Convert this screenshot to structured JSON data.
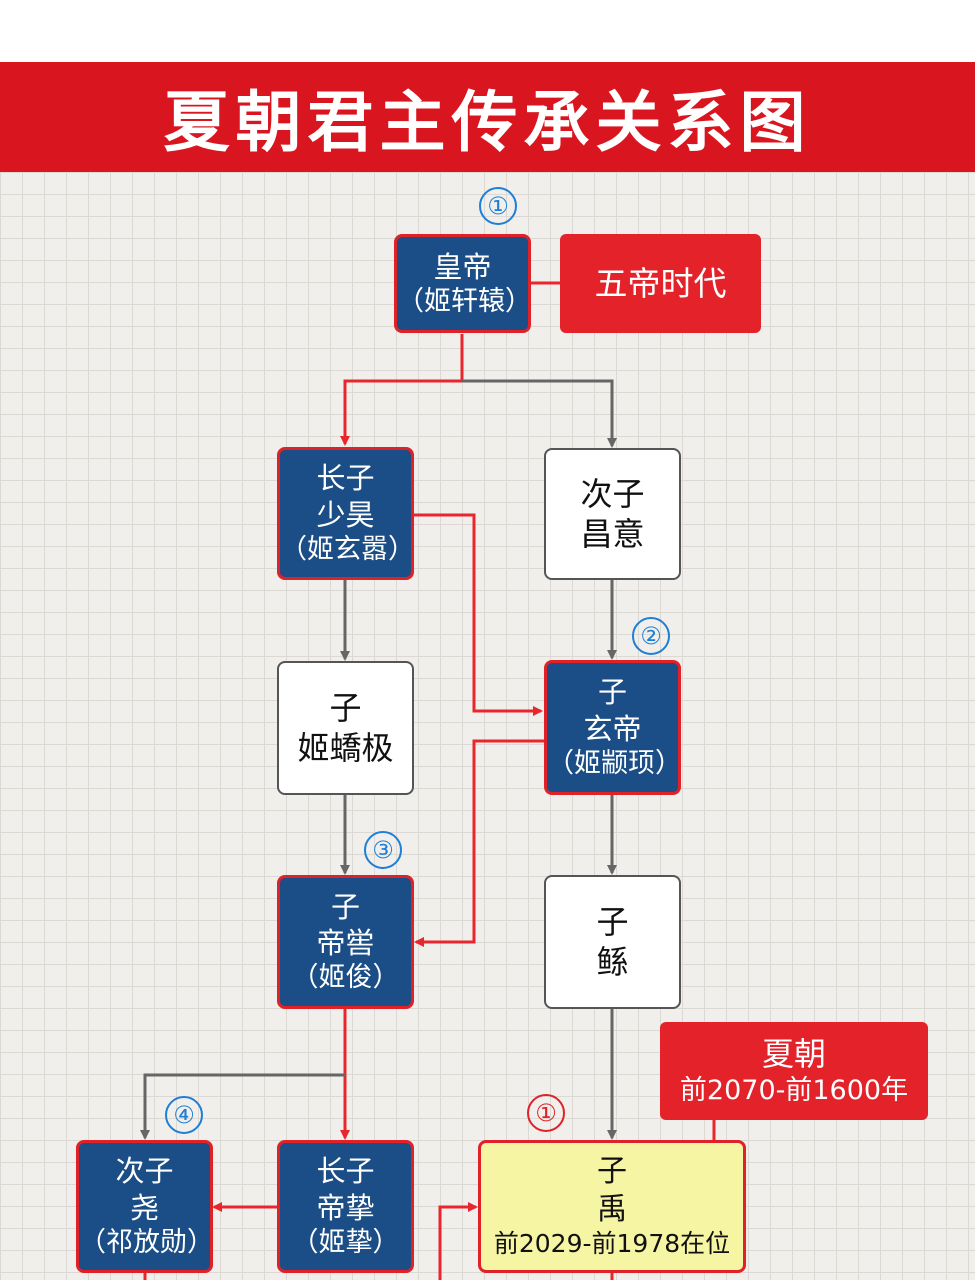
{
  "title": "夏朝君主传承关系图",
  "nodes": {
    "huangdi": {
      "line1": "皇帝",
      "line2": "（姬轩辕）"
    },
    "wudi_era": {
      "label": "五帝时代"
    },
    "shaohao": {
      "line1": "长子",
      "line2": "少昊",
      "line3": "（姬玄嚣）"
    },
    "changyi": {
      "line1": "次子",
      "line2": "昌意"
    },
    "jiqiaoji": {
      "line1": "子",
      "line2": "姬蟜极"
    },
    "xuandi": {
      "line1": "子",
      "line2": "玄帝",
      "line3": "（姬颛顼）"
    },
    "diku": {
      "line1": "子",
      "line2": "帝喾",
      "line3": "（姬俊）"
    },
    "gun": {
      "line1": "子",
      "line2": "鲧"
    },
    "xia": {
      "label": "夏朝",
      "period": "前2070-前1600年"
    },
    "yao": {
      "line1": "次子",
      "line2": "尧",
      "line3": "（祁放勋）"
    },
    "dizhi": {
      "line1": "长子",
      "line2": "帝挚",
      "line3": "（姬挚）"
    },
    "yu": {
      "line1": "子",
      "line2": "禹",
      "line3": "前2029-前1978在位"
    }
  },
  "badges": {
    "huangdi": "①",
    "xuandi": "②",
    "diku": "③",
    "yao": "④",
    "yu": "①"
  },
  "colors": {
    "title_bg": "#d9161f",
    "ruler_box": "#1b4e86",
    "box_border": "#e02128",
    "succession_line": "#e8262d",
    "kinship_line": "#666666",
    "badge_blue": "#1e7fd6",
    "yu_box": "#f6f5a3"
  }
}
